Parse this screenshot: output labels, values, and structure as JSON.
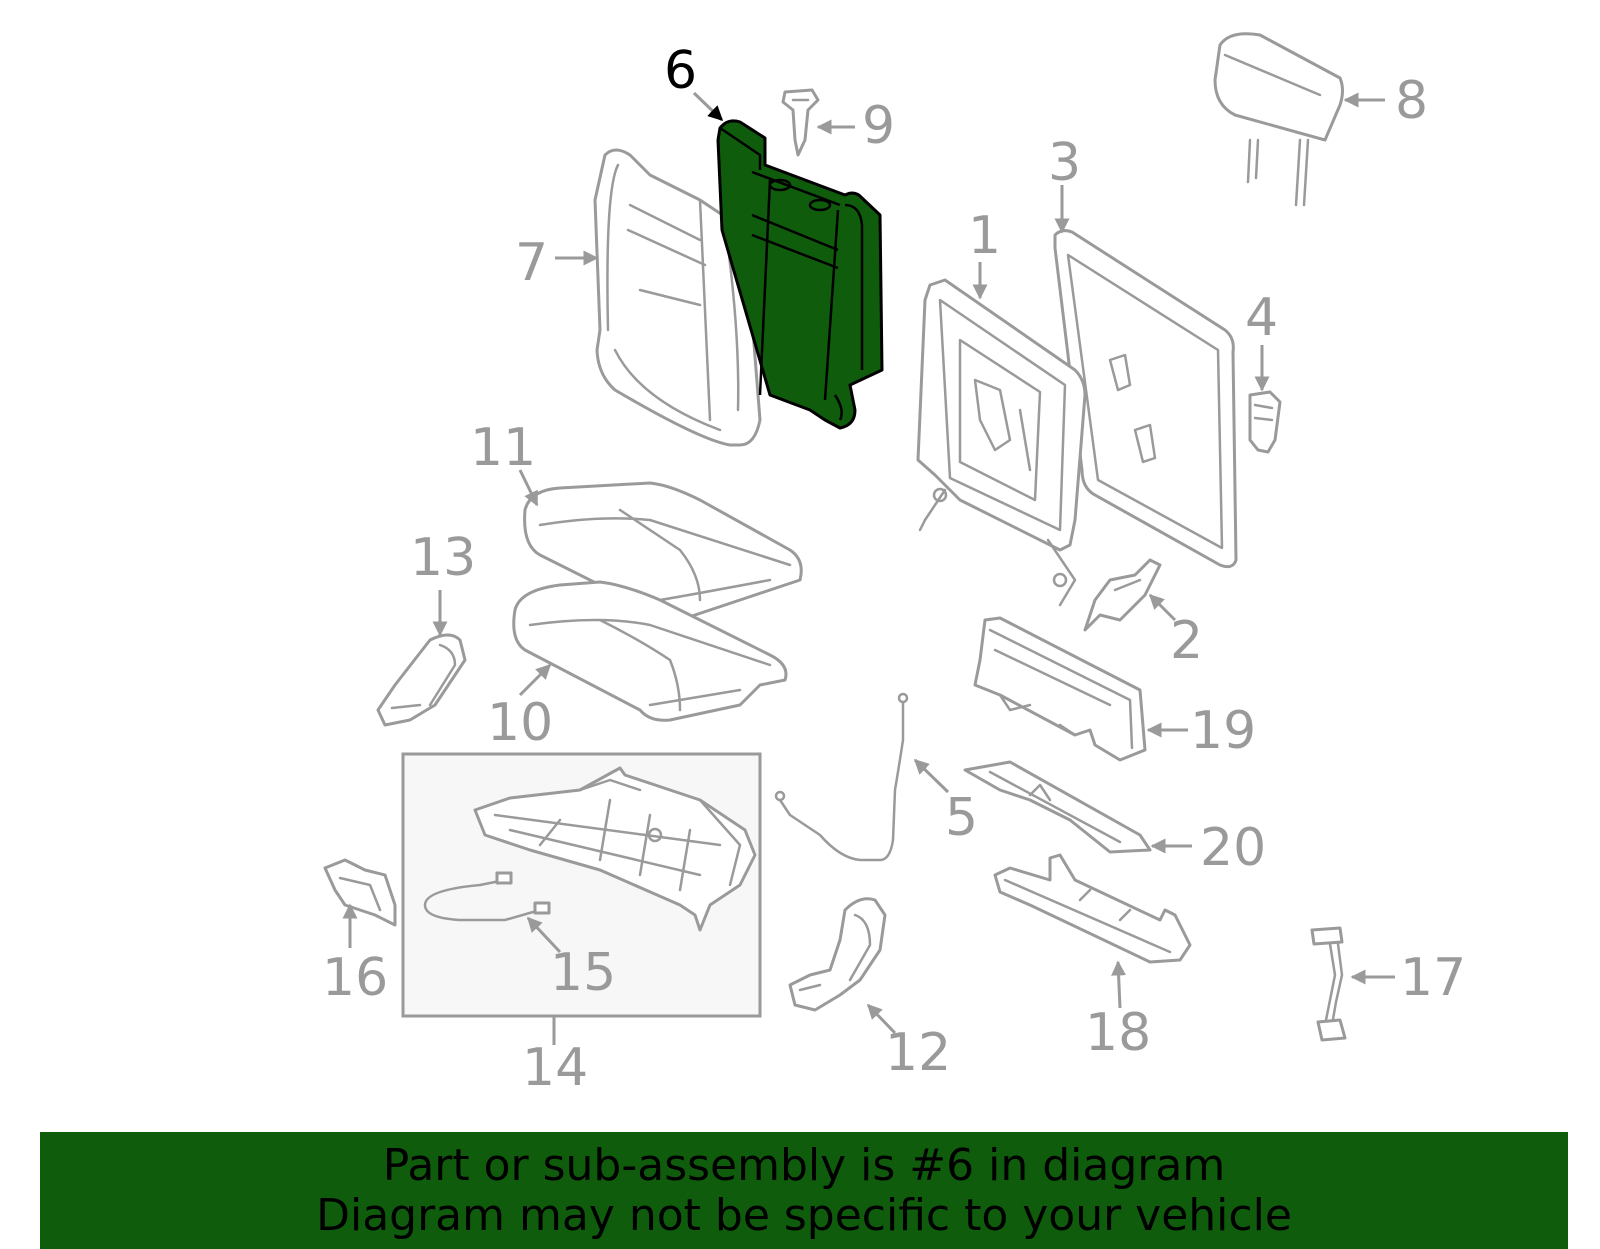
{
  "callouts": {
    "c1": "1",
    "c2": "2",
    "c3": "3",
    "c4": "4",
    "c5": "5",
    "c6": "6",
    "c7": "7",
    "c8": "8",
    "c9": "9",
    "c10": "10",
    "c11": "11",
    "c12": "12",
    "c13": "13",
    "c14": "14",
    "c15": "15",
    "c16": "16",
    "c17": "17",
    "c18": "18",
    "c19": "19",
    "c20": "20"
  },
  "highlighted_part": "6",
  "colors": {
    "highlight": "#0f5c0c",
    "line": "#9a9a9a",
    "banner": "#0f5c0c"
  },
  "banner": {
    "line1": "Part or sub-assembly is #6 in diagram",
    "line2": "Diagram may not be specific to your vehicle"
  }
}
